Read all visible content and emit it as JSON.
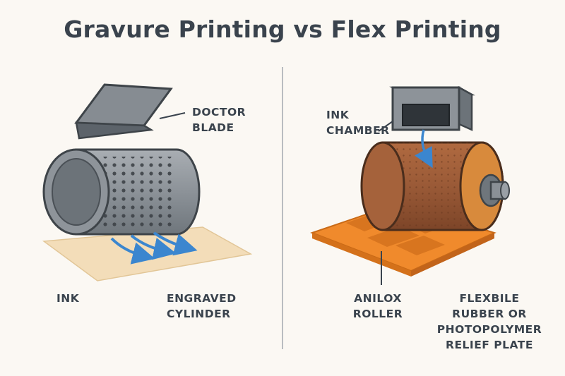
{
  "title": "Gravure Printing vs Flex Printing",
  "gravure": {
    "labels": {
      "doctor_blade": [
        "DOCTOR",
        "BLADE"
      ],
      "ink": [
        "INK"
      ],
      "engraved_cylinder": [
        "ENGRAVED",
        "CYLINDER"
      ]
    }
  },
  "flexo": {
    "labels": {
      "ink_chamber": [
        "INK",
        "CHAMBER"
      ],
      "anilox_roller": [
        "ANILOX",
        "ROLLER"
      ],
      "relief_plate": [
        "FLEXBILE",
        "RUBBER OR",
        "PHOTOPOLYMER",
        "RELIEF PLATE"
      ]
    }
  },
  "colors": {
    "title_text": "#3a434d",
    "metal": "#8a9096",
    "metal_dark": "#5c636a",
    "arrow_blue": "#3b86cf",
    "substrate": "#f3ddb9",
    "anilox_brown": "#9a5a37",
    "plate_orange": "#f08a2c",
    "divider": "#b9bcc0"
  }
}
